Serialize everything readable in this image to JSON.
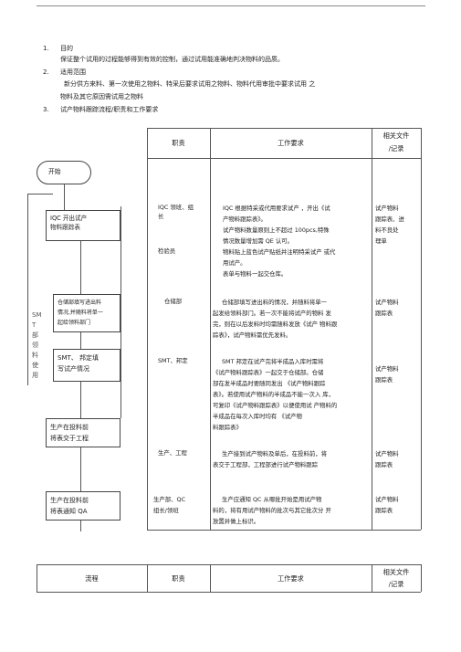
{
  "intro": {
    "s1_num": "1.",
    "s1_title": "目的",
    "s1_body": "保证整个试用的过程能够得到有效的控制，通过试用能准确地判决物料的品质。",
    "s2_num": "2.",
    "s2_title": "适用范围",
    "s2_body1": "新分供方来料、第一次使用之物料、特采后要求试用之物料、物料代用审批中要求试用  之",
    "s2_body2": "物料及其它原因需试用之物料",
    "s3_num": "3.",
    "s3_title": "试产物料跟踪流程/职责和工作要求"
  },
  "table_header": {
    "duty": "职责",
    "work": "工作要求",
    "docs_line1": "相关文件",
    "docs_line2": "/记录"
  },
  "flow": {
    "start": "开始",
    "box1_l1": "IQC  开出试产",
    "box1_l2": "物料跟踪表",
    "box2_l1": "仓储部填写进出料",
    "box2_l2": "情况,并随料将单一",
    "box2_l3": "起给领料部门",
    "side_label": "SMT  部领料使用",
    "box3_l1": "SMT、 邦定填",
    "box3_l2": "写试产情况",
    "box4_l1": "生产在投料前",
    "box4_l2": "将表交于工程",
    "box5_l1": "生产在投料前",
    "box5_l2": "将表通知   QA"
  },
  "rows": [
    {
      "duty_lines": [
        "IQC 领班、组",
        "长"
      ],
      "duty2": "检验员",
      "work_lines": [
        "IQC 根据特采或代用要求试产  ，开出《试",
        "产物料跟踪表》。",
        "试产物料数量原则上不超过      100pcs,特殊",
        "情况数量增加需 QE 认可。",
        "物料贴上蓝色试产贴纸并注明特采试产  或代",
        "用试产。",
        "表单与物料一起交仓库。"
      ],
      "doc_lines": [
        "试产物料",
        "跟踪表、进",
        "料不良处",
        "理单"
      ]
    },
    {
      "duty_lines": [
        "仓储部"
      ],
      "work_lines": [
        "仓储部填写进出料的情况，并随料将单一",
        "起发给领料部门。若一次不能将试产的物料  发",
        "完，则在以后发料时均需随料发放《试产  物料跟",
        "踪表》，试产物料需优先发料。"
      ],
      "doc_lines": [
        "试产物料",
        "跟踪表"
      ]
    },
    {
      "duty_lines": [
        "SMT、邦定"
      ],
      "work_lines": [
        "SMT 邦定在试产完将半成品入库时需将",
        "《试产物料跟踪表》一起交于仓储部。仓储",
        "部在发半成品时要随同发出  《试产物料跟踪",
        "表》。若使用试产物料的半成品不能一次入  库，",
        "可复印《试产物料跟踪表》以便使用试  产物料的",
        "半成品在每次入库时均有               《试产物",
        "料跟踪表》"
      ],
      "doc_lines": [
        "试产物料",
        "跟踪表"
      ]
    },
    {
      "duty_lines": [
        "生产、工程"
      ],
      "work_lines": [
        "生产接到试产物料及单后，在投料前，将",
        "表交于工程部，工程部进行试产物料跟踪"
      ],
      "doc_lines": [
        "试产物料",
        "跟踪表"
      ]
    },
    {
      "duty_lines": [
        "生产部、QC",
        "组长/领班"
      ],
      "work_lines": [
        "生产应通知  QC 从哪批开始是用试产物",
        "料的，将有用试产物料的批次与其它批次分  开",
        "放置并做上标识。"
      ],
      "doc_lines": [
        "试产物料",
        "跟踪表"
      ]
    }
  ],
  "footer_header": {
    "flow": "流程",
    "duty": "职责",
    "work": "工作要求",
    "docs_line1": "相关文件",
    "docs_line2": "/记录"
  }
}
